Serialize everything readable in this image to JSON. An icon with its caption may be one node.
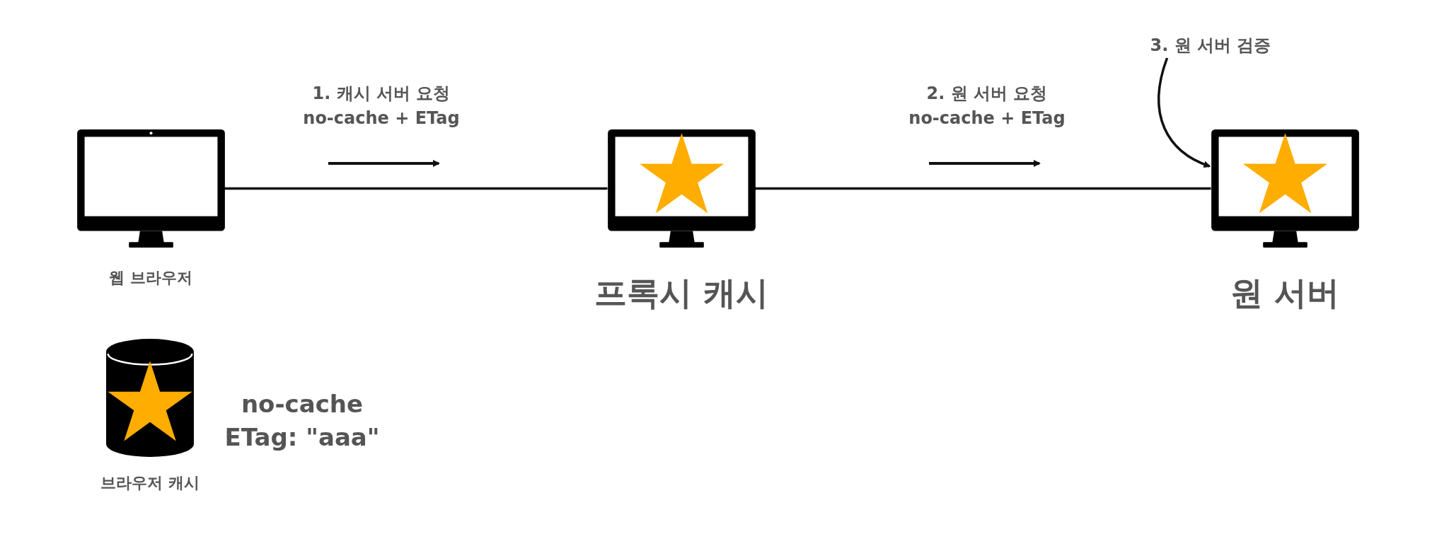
{
  "diagram": {
    "nodes": [
      {
        "text": [
          "웹 브라우저"
        ]
      },
      {
        "text": [
          "프록시 캐시"
        ]
      },
      {
        "text": [
          "원 서버"
        ]
      },
      {
        "text": [
          "브라우저 캐시"
        ]
      },
      {
        "text": [
          "3. 원 서버 검증"
        ]
      }
    ],
    "edges": [
      {
        "from": 0,
        "to": 1,
        "arrow": "none"
      },
      {
        "from": 1,
        "to": 2,
        "arrow": "none"
      },
      {
        "from": 4,
        "to": 2,
        "arrow": "to"
      }
    ],
    "labels": [
      "1. 캐시 서버 요청",
      "no-cache + ETag",
      "2. 원 서버 요청",
      "no-cache + ETag",
      "no-cache",
      "ETag: \"aaa\""
    ]
  }
}
